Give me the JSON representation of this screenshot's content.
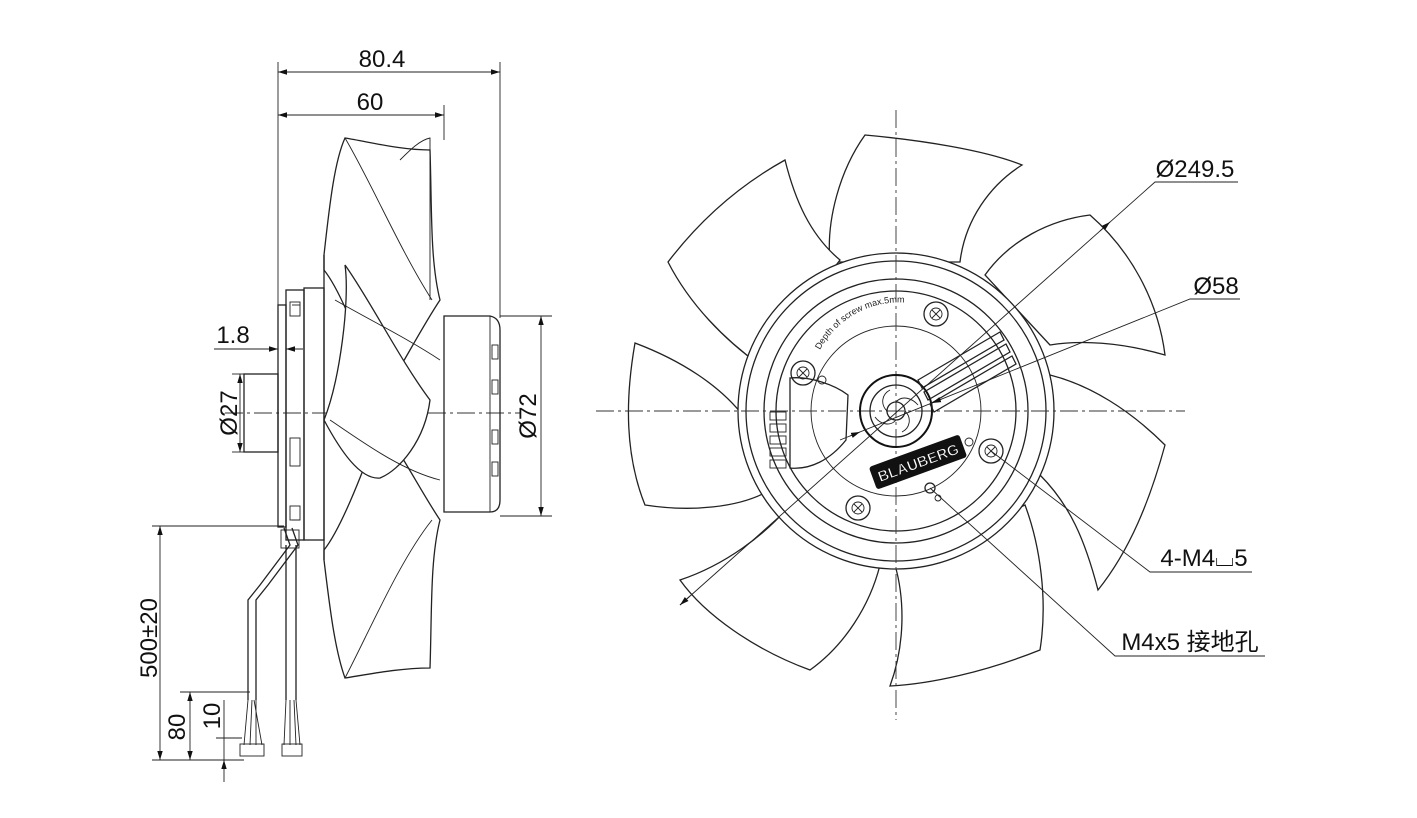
{
  "side_view": {
    "dim_total_length": "80.4",
    "dim_impeller_length": "60",
    "dim_flange_thickness": "1.8",
    "dim_hub_diameter": "Ø27",
    "dim_motor_diameter": "Ø72",
    "dim_cable_length": "500±20",
    "dim_strip_length": "80",
    "dim_wire_strip": "10"
  },
  "front_view": {
    "dim_blade_diameter": "Ø249.5",
    "dim_center_diameter": "Ø58",
    "label_mount_holes": "4-M4⌴5",
    "label_ground_hole": "M4x5 接地孔",
    "brand_text": "BLAUBERG",
    "screw_note": "Depth of screw max.5mm"
  }
}
